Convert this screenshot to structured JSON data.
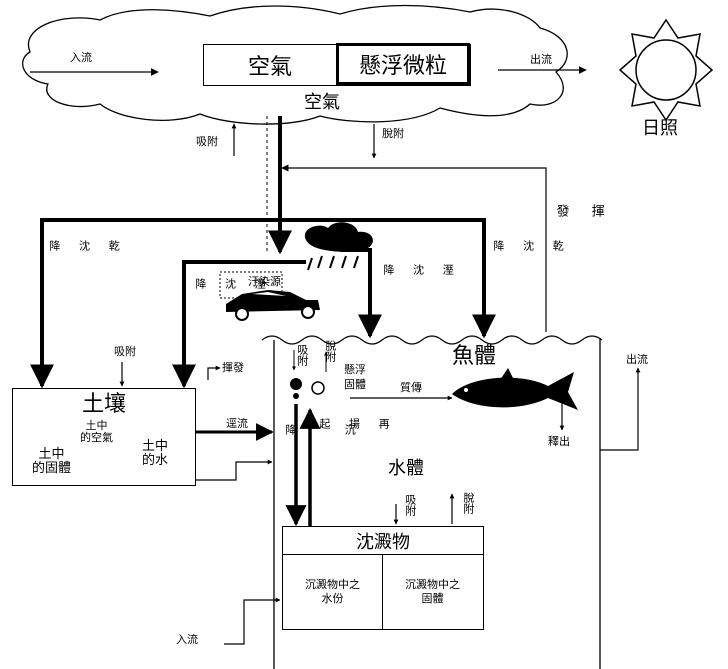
{
  "air": {
    "cloud_label": "空氣",
    "box_left": "空氣",
    "box_right": "懸浮微粒",
    "inflow": "入流",
    "outflow": "出流"
  },
  "sun": {
    "label": "日照"
  },
  "transfer": {
    "adsorb_top": "吸附",
    "desorb_top": "脫附",
    "volatilize_right": [
      "揮",
      "發"
    ],
    "dry_dep_left": [
      "乾",
      "沈",
      "降"
    ],
    "dry_dep_right": [
      "乾",
      "沈",
      "降"
    ],
    "wet_dep_left": [
      "溼",
      "沈",
      "降"
    ],
    "wet_dep_right": [
      "溼",
      "沈",
      "降"
    ],
    "pollution_source": "汙染源",
    "soil_adsorb": "吸附",
    "soil_volatilize": "揮發",
    "runoff": "逕流",
    "settle": [
      "沉",
      "降"
    ],
    "resuspend": [
      "再",
      "揚",
      "起"
    ],
    "water_adsorb": [
      "吸",
      "附"
    ],
    "water_desorb": [
      "脫",
      "附"
    ],
    "sed_adsorb": [
      "吸",
      "附"
    ],
    "sed_desorb": [
      "脫",
      "附"
    ],
    "suspended_solids": "懸浮\n固體",
    "mass_transfer": "質傳",
    "excrete": "釋出",
    "outflow_right": "出流",
    "inflow_bottom": "入流"
  },
  "soil": {
    "title": "土壤",
    "air": "土中\n的空氣",
    "solid": "土中\n的固體",
    "water": "土中\n的水"
  },
  "fish": {
    "label": "魚體"
  },
  "water": {
    "label": "水體"
  },
  "sediment": {
    "title": "沈澱物",
    "water": "沉澱物中之\n水份",
    "solid": "沉澱物中之\n固體"
  },
  "colors": {
    "ink": "#000000",
    "fill": "#ffffff"
  },
  "icons": [
    "cloud-icon",
    "sun-icon",
    "rain-cloud-icon",
    "car-icon",
    "fish-icon",
    "particle-icon"
  ]
}
